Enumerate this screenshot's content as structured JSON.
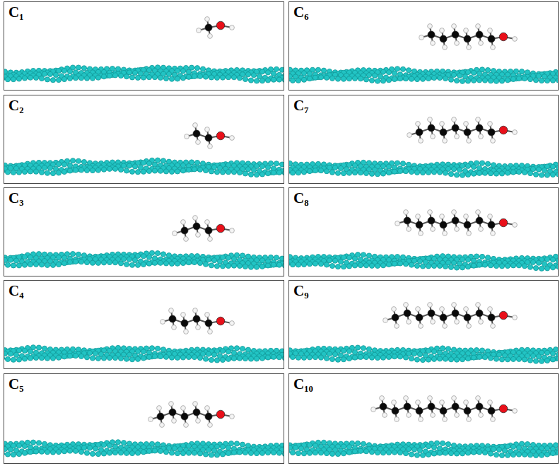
{
  "diagram": {
    "nodes": [
      {
        "text": [
          "C₁"
        ]
      },
      {
        "text": [
          "C₂"
        ]
      },
      {
        "text": [
          "C₃"
        ]
      },
      {
        "text": [
          "C₄"
        ]
      },
      {
        "text": [
          "C₅"
        ]
      },
      {
        "text": [
          "C₆"
        ]
      },
      {
        "text": [
          "C₇"
        ]
      },
      {
        "text": [
          "C₈"
        ]
      },
      {
        "text": [
          "C₉"
        ]
      },
      {
        "text": [
          "C₁₀"
        ]
      }
    ]
  }
}
